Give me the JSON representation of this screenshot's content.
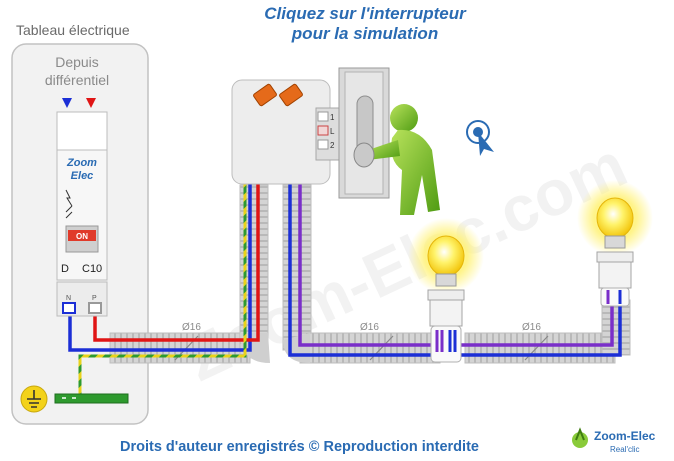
{
  "header": {
    "title_line1": "Cliquez sur l'interrupteur",
    "title_line2": "pour la simulation"
  },
  "panel": {
    "label": "Tableau électrique",
    "source_line1": "Depuis",
    "source_line2": "différentiel"
  },
  "breaker": {
    "brand_line1": "Zoom",
    "brand_line2": "Elec",
    "state": "ON",
    "curve": "D",
    "rating": "C10",
    "terminal_n": "N",
    "terminal_p": "P"
  },
  "switch": {
    "terminal_1": "1",
    "terminal_l": "L",
    "terminal_2": "2"
  },
  "conduits": {
    "diameter_1": "Ø16",
    "diameter_2": "Ø16",
    "diameter_3": "Ø16"
  },
  "watermark": "Zoom-Elec.com",
  "footer": {
    "copyright": "Droits d'auteur enregistrés © Reproduction interdite",
    "logo_line1": "Zoom-Elec",
    "logo_line2": "Real'clic"
  },
  "colors": {
    "title": "#2a6bb3",
    "neutral": "#1c2fd6",
    "phase": "#e01515",
    "earth_green": "#2e9a2e",
    "earth_yellow": "#e8d21a",
    "return": "#7a2fc9",
    "lamp_glow": "#fff27a"
  }
}
